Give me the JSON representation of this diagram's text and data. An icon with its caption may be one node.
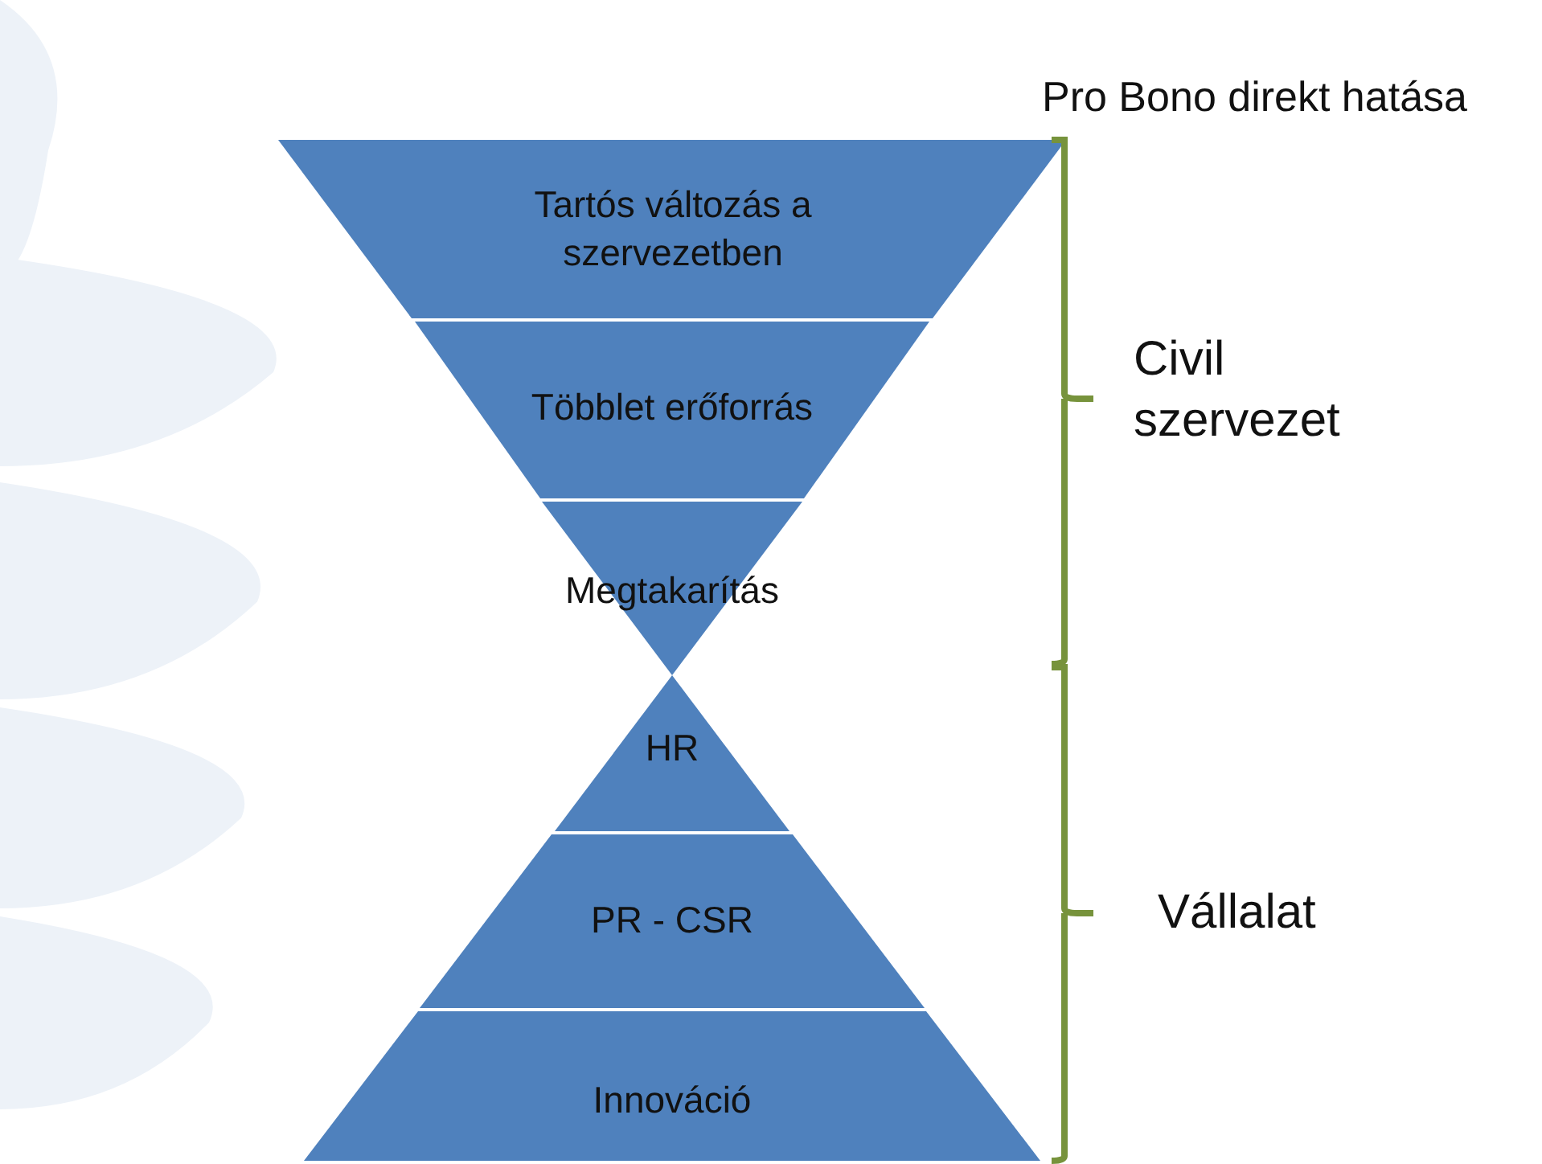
{
  "diagram": {
    "title": "Pro Bono direkt hatása",
    "nodes": [
      {
        "text": [
          "Tartós változás a szervezetben"
        ]
      },
      {
        "text": [
          "Többlet erőforrás"
        ]
      },
      {
        "text": [
          "Megtakarítás"
        ]
      },
      {
        "text": [
          "HR"
        ]
      },
      {
        "text": [
          "PR - CSR"
        ]
      },
      {
        "text": [
          "Innováció"
        ]
      }
    ],
    "labels": [
      "Civil szervezet",
      "Vállalat"
    ]
  }
}
